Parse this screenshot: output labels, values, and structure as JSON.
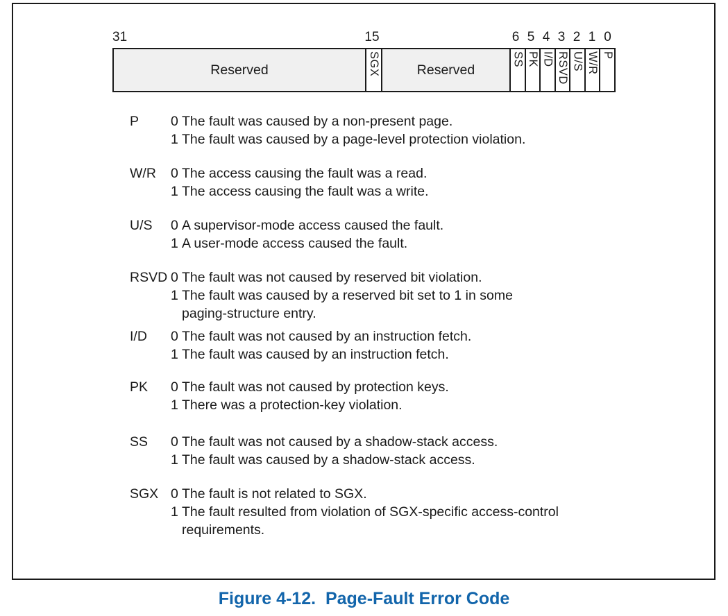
{
  "bitfield": {
    "bit_numbers": {
      "b31": "31",
      "b15": "15",
      "b6": "6",
      "b5": "5",
      "b4": "4",
      "b3": "3",
      "b2": "2",
      "b1": "1",
      "b0": "0"
    },
    "cells": [
      {
        "label": "Reserved"
      },
      {
        "label": "SGX"
      },
      {
        "label": "Reserved"
      },
      {
        "label": "SS"
      },
      {
        "label": "PK"
      },
      {
        "label": "I/D"
      },
      {
        "label": "RSVD"
      },
      {
        "label": "U/S"
      },
      {
        "label": "W/R"
      },
      {
        "label": "P"
      }
    ]
  },
  "legend": {
    "entries": [
      {
        "name": "P",
        "rows": [
          {
            "value": "0",
            "text": "The fault was caused by a non-present page."
          },
          {
            "value": "1",
            "text": "The fault was caused by a page-level protection violation."
          }
        ]
      },
      {
        "name": "W/R",
        "rows": [
          {
            "value": "0",
            "text": "The access causing the fault was a read."
          },
          {
            "value": "1",
            "text": "The access causing the fault was a write."
          }
        ]
      },
      {
        "name": "U/S",
        "rows": [
          {
            "value": "0",
            "text": "A supervisor-mode access caused the fault."
          },
          {
            "value": "1",
            "text": "A user-mode access caused the fault."
          }
        ]
      },
      {
        "name": "RSVD",
        "rows": [
          {
            "value": "0",
            "text": "The fault was not caused by reserved bit violation."
          },
          {
            "value": "1",
            "text": "The fault was caused by a reserved bit set to 1 in some"
          },
          {
            "value": "",
            "text": "paging-structure entry."
          }
        ]
      },
      {
        "name": "I/D",
        "rows": [
          {
            "value": "0",
            "text": "The fault was not caused by an instruction fetch."
          },
          {
            "value": "1",
            "text": "The fault was caused by an instruction fetch."
          }
        ]
      },
      {
        "name": "PK",
        "rows": [
          {
            "value": "0",
            "text": "The fault was not caused by protection keys."
          },
          {
            "value": "1",
            "text": "There was a protection-key violation."
          }
        ]
      },
      {
        "name": "SS",
        "rows": [
          {
            "value": "0",
            "text": "The fault was not caused by a shadow-stack access."
          },
          {
            "value": "1",
            "text": "The fault was caused by a shadow-stack access."
          }
        ]
      },
      {
        "name": "SGX",
        "rows": [
          {
            "value": "0",
            "text": "The fault is not related to SGX."
          },
          {
            "value": "1",
            "text": "The fault resulted from violation of SGX-specific access-control"
          },
          {
            "value": "",
            "text": "requirements."
          }
        ]
      }
    ]
  },
  "caption": {
    "text": "Figure 4-12.  Page-Fault Error Code",
    "color": "#1265ab"
  },
  "colors": {
    "reserved_fill": "#f0f0f0",
    "border": "#1a1a1a"
  }
}
